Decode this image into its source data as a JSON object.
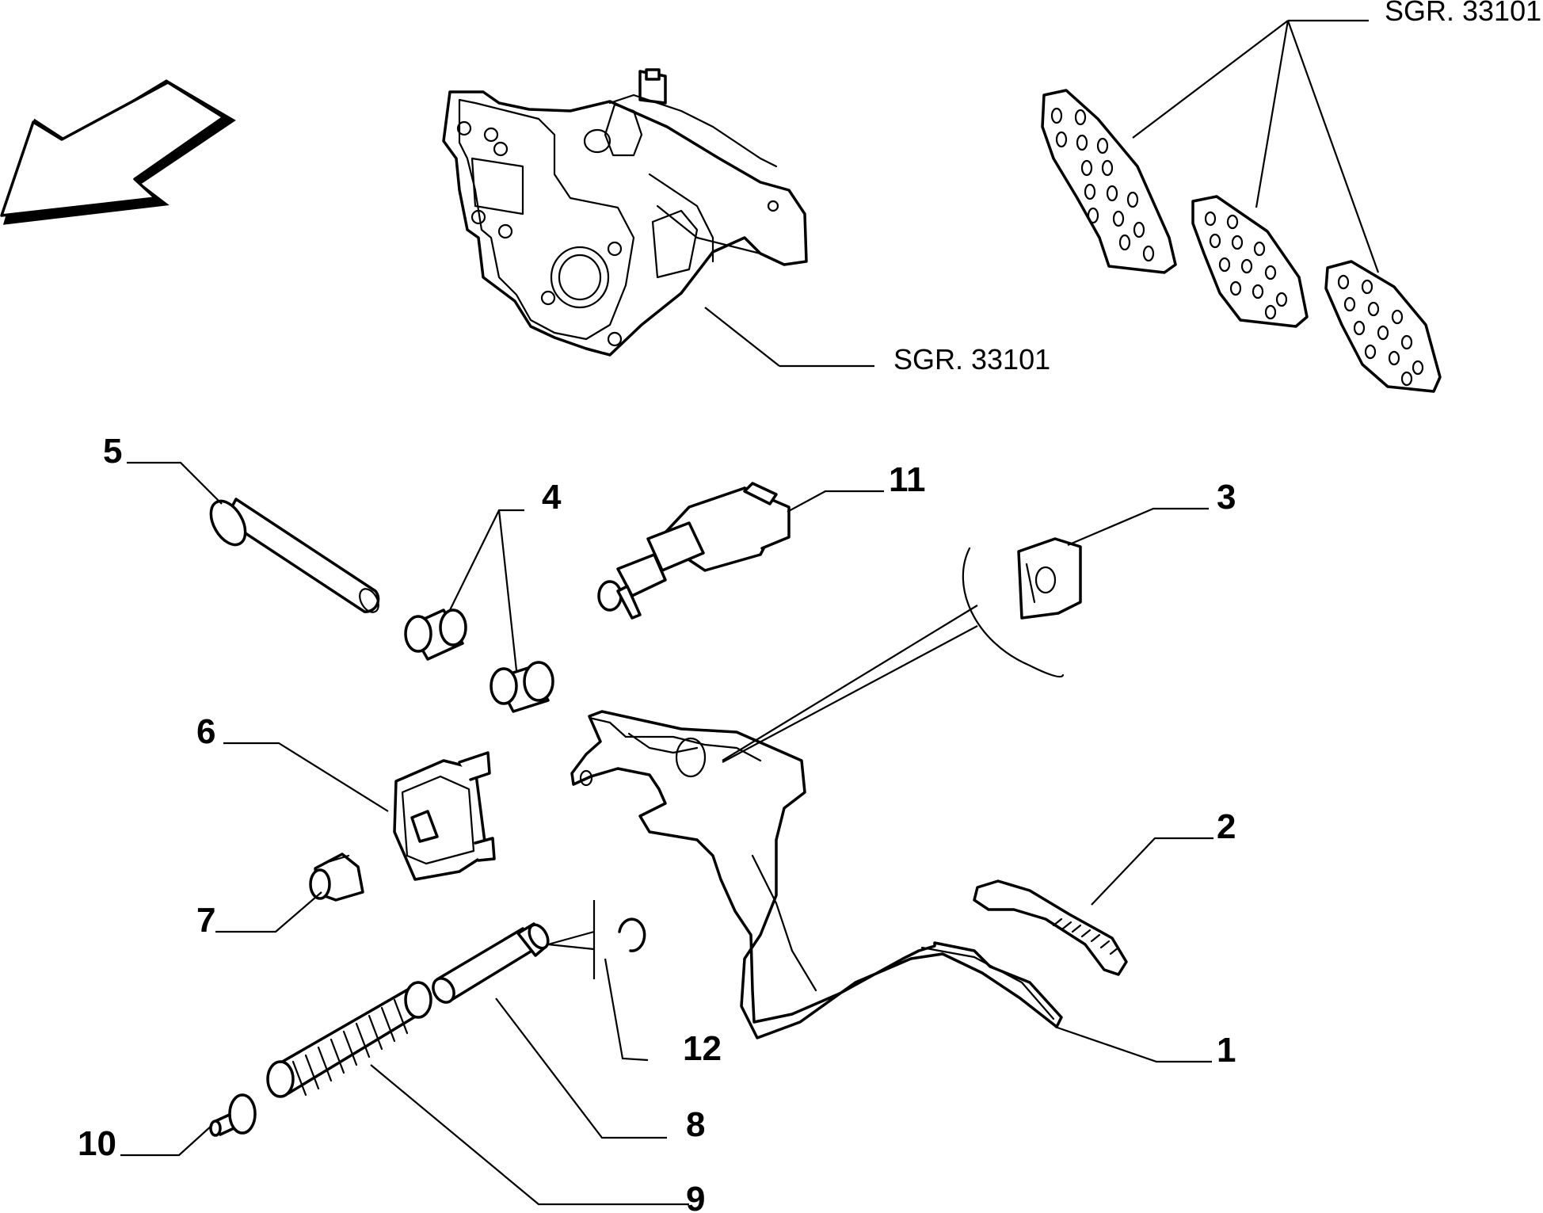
{
  "callouts": [
    {
      "id": "1",
      "label": "1"
    },
    {
      "id": "2",
      "label": "2"
    },
    {
      "id": "3",
      "label": "3"
    },
    {
      "id": "4",
      "label": "4"
    },
    {
      "id": "5",
      "label": "5"
    },
    {
      "id": "6",
      "label": "6"
    },
    {
      "id": "7",
      "label": "7"
    },
    {
      "id": "8",
      "label": "8"
    },
    {
      "id": "9",
      "label": "9"
    },
    {
      "id": "10",
      "label": "10"
    },
    {
      "id": "11",
      "label": "11"
    },
    {
      "id": "12",
      "label": "12"
    }
  ],
  "references": {
    "pedal_box": "SGR. 33101",
    "pedal_pads": "SGR. 33101"
  },
  "colors": {
    "line": "#000000",
    "background": "#ffffff"
  }
}
